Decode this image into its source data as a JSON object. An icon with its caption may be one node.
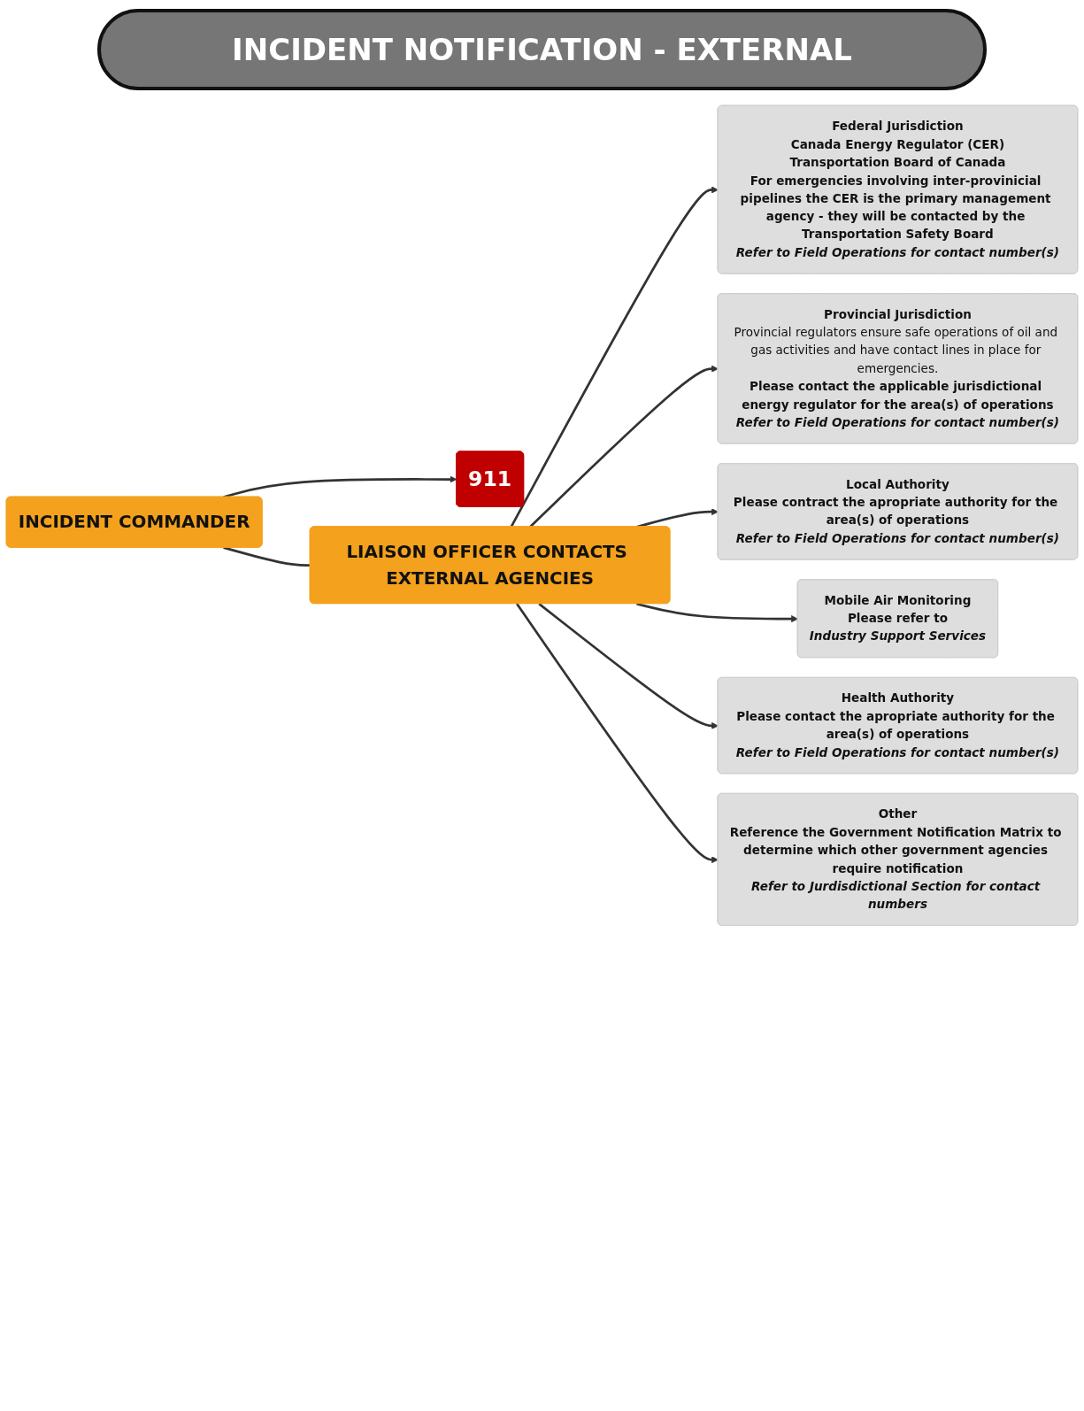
{
  "diagram": {
    "title": "INCIDENT NOTIFICATION - EXTERNAL",
    "nodes": [
      {
        "text": [
          "INCIDENT COMMANDER"
        ]
      },
      {
        "text": [
          "911"
        ]
      },
      {
        "text": [
          "LIAISON OFFICER CONTACTS EXTERNAL AGENCIES"
        ]
      },
      {
        "text": [
          "Federal Jurisdiction",
          "Canada Energy Regulator (CER)",
          "Transportation Board of Canada",
          "For emergencies involving inter-provinicial pipelines the CER is the primary management agency - they will be contacted by the Transportation Safety Board",
          "Refer to Field Operations for contact number(s)"
        ]
      },
      {
        "text": [
          "Provincial Jurisdiction",
          "Provincial regulators ensure safe operations of oil and gas activities and have contact lines in place for emergencies.",
          "Please contact the applicable jurisdictional energy regulator for the area(s) of operations",
          "Refer to Field Operations for contact number(s)"
        ]
      },
      {
        "text": [
          "Local Authority",
          "Please contract the apropriate authority for the area(s) of operations",
          "Refer to Field Operations for contact number(s)"
        ]
      },
      {
        "text": [
          "Mobile Air Monitoring",
          "Please refer to",
          "Industry Support Services"
        ]
      },
      {
        "text": [
          "Health Authority",
          "Please contact the apropriate authority for the area(s) of operations",
          "Refer to Field Operations for contact number(s)"
        ]
      },
      {
        "text": [
          "Other",
          "Reference the Government Notification Matrix to determine which other government agencies require notification",
          "Refer to Jurdisdictional Section for contact numbers"
        ]
      }
    ],
    "edges": [
      {
        "from": 0,
        "to": 1,
        "arrow": "to"
      },
      {
        "from": 0,
        "to": 2,
        "arrow": "none"
      },
      {
        "from": 2,
        "to": 3,
        "arrow": "to"
      },
      {
        "from": 2,
        "to": 4,
        "arrow": "to"
      },
      {
        "from": 2,
        "to": 5,
        "arrow": "to"
      },
      {
        "from": 2,
        "to": 6,
        "arrow": "to"
      },
      {
        "from": 2,
        "to": 7,
        "arrow": "to"
      },
      {
        "from": 2,
        "to": 8,
        "arrow": "to"
      }
    ]
  }
}
